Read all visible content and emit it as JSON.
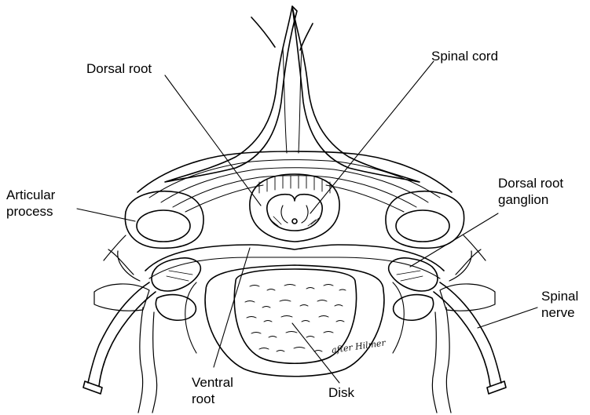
{
  "labels": {
    "dorsal_root": "Dorsal root",
    "spinal_cord": "Spinal cord",
    "articular_process": [
      "Articular",
      "process"
    ],
    "dorsal_root_ganglion": [
      "Dorsal root",
      "ganglion"
    ],
    "spinal_nerve": [
      "Spinal",
      "nerve"
    ],
    "ventral_root": [
      "Ventral",
      "root"
    ],
    "disk": "Disk"
  },
  "signature": "after Hilmer",
  "colors": {
    "ink": "#000000",
    "paper": "#ffffff"
  }
}
